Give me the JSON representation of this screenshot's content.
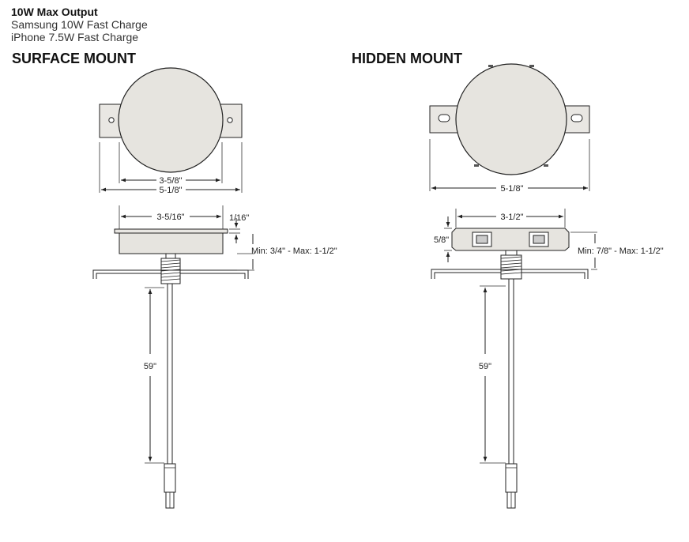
{
  "header": {
    "title": "10W Max Output",
    "line1": "Samsung 10W Fast Charge",
    "line2": "iPhone 7.5W Fast Charge"
  },
  "surface": {
    "title": "SURFACE MOUNT",
    "dim_inner_width": "3-5/8\"",
    "dim_outer_width": "5-1/8\"",
    "dim_top_width": "3-5/16\"",
    "dim_lip": "1/16\"",
    "dim_mount_range": "Min: 3/4\" - Max: 1-1/2\"",
    "dim_cable": "59\""
  },
  "hidden": {
    "title": "HIDDEN MOUNT",
    "dim_outer_width": "5-1/8\"",
    "dim_top_width": "3-1/2\"",
    "dim_height": "5/8\"",
    "dim_mount_range": "Min: 7/8\" - Max: 1-1/2\"",
    "dim_cable": "59\""
  },
  "colors": {
    "disc_fill": "#e6e4df",
    "bracket_fill": "#e9e7e3",
    "line": "#222222"
  }
}
